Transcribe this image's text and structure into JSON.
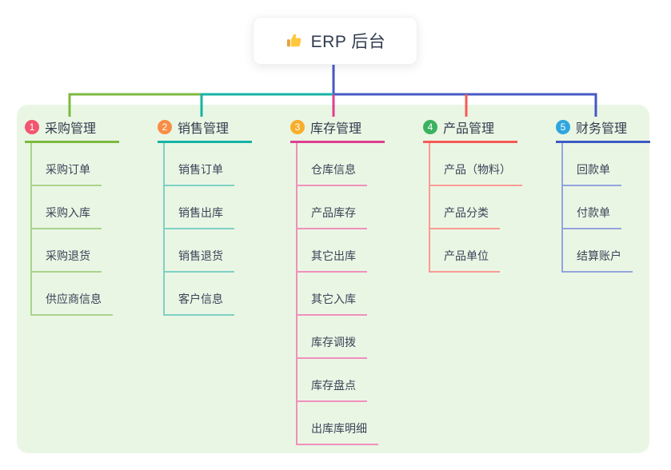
{
  "root": {
    "title": "ERP 后台",
    "icon": "thumbs-up"
  },
  "colors": {
    "page_bg": "#ffffff",
    "panel_bg": "#EAF6E4",
    "root_line": "#4758C4",
    "title_text": "#313B4F",
    "item_text": "#3A4458",
    "thumb_gold": "#FFC83D",
    "thumb_sleeve": "#E8A33D"
  },
  "categories": [
    {
      "num": "1",
      "label": "采购管理",
      "badge_color": "#F3566F",
      "line_color": "#7CBA3F",
      "child_line_color": "#A9D48B",
      "items": [
        "采购订单",
        "采购入库",
        "采购退货",
        "供应商信息"
      ]
    },
    {
      "num": "2",
      "label": "销售管理",
      "badge_color": "#F78E46",
      "line_color": "#16B3A6",
      "child_line_color": "#7ED0C5",
      "items": [
        "销售订单",
        "销售出库",
        "销售退货",
        "客户信息"
      ]
    },
    {
      "num": "3",
      "label": "库存管理",
      "badge_color": "#F9AE2B",
      "line_color": "#DD3F92",
      "child_line_color": "#F090BD",
      "items": [
        "仓库信息",
        "产品库存",
        "其它出库",
        "其它入库",
        "库存调拨",
        "库存盘点",
        "出库库明细"
      ]
    },
    {
      "num": "4",
      "label": "产品管理",
      "badge_color": "#3BB261",
      "line_color": "#F65A56",
      "child_line_color": "#FA9B93",
      "items": [
        "产品（物料）",
        "产品分类",
        "产品单位"
      ]
    },
    {
      "num": "5",
      "label": "财务管理",
      "badge_color": "#30A6DE",
      "line_color": "#3D5BC4",
      "child_line_color": "#93A4DE",
      "items": [
        "回款单",
        "付款单",
        "结算账户"
      ]
    }
  ]
}
